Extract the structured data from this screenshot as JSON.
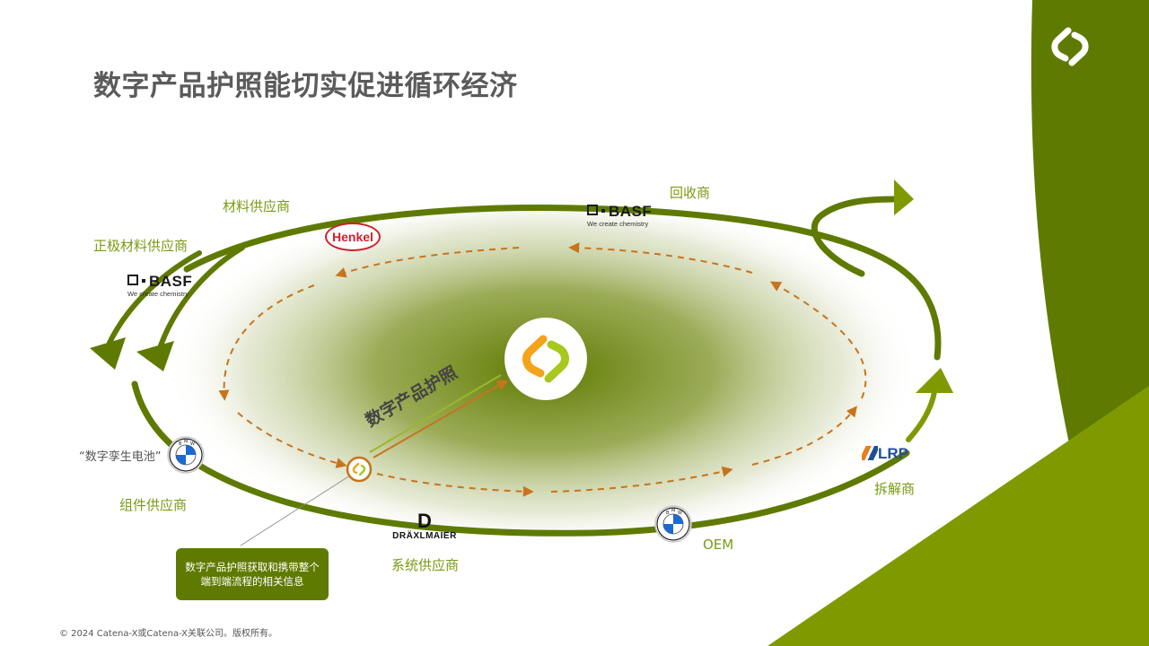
{
  "title": "数字产品护照能切实促进循环经济",
  "diagram_label": "数字产品护照",
  "stages": {
    "material_supplier": "材料供应商",
    "cathode_supplier": "正极材料供应商",
    "recycler": "回收商",
    "dismantler": "拆解商",
    "oem": "OEM",
    "system_supplier": "系统供应商",
    "component_supplier": "组件供应商",
    "digital_twin": "“数字孪生电池”"
  },
  "logos": {
    "basf_word": "BASF",
    "basf_tagline": "We create chemistry",
    "henkel": "Henkel",
    "draxlmaier_mark": "D",
    "draxlmaier_word": "DRÄXLMAIER",
    "lrp_word": "LRP",
    "bmw_letters": [
      "B",
      "M",
      "W"
    ]
  },
  "callout": "数字产品护照获取和携带整个端到端流程的相关信息",
  "footer": "© 2024 Catena-X或Catena-X关联公司。版权所有。",
  "colors": {
    "dark_olive": "#5f7a00",
    "lime": "#7f9a00",
    "orange": "#c8741c",
    "title_gray": "#5b5b5b",
    "label_green": "#7a9a14"
  },
  "icons": {
    "brand": "catena-x-logo-icon",
    "node": "passport-node-icon",
    "bmw": "bmw-roundel-icon"
  }
}
